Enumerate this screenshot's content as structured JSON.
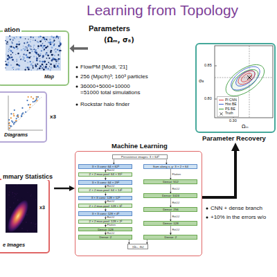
{
  "diagram": {
    "title": "Learning from Topology",
    "nodes": [
      {
        "text": [
          "ation",
          "Map"
        ]
      },
      {
        "text": [
          "Diagrams"
        ]
      },
      {
        "text": [
          "mmary Statistics",
          "e Images"
        ]
      },
      {
        "text": [
          "Machine Learning"
        ]
      },
      {
        "text": [
          "Persistence images: 3 × 64²"
        ],
        "in": 3
      },
      {
        "text": [
          "3 × 3 conv: 64 × 62²"
        ],
        "in": 3
      },
      {
        "text": [
          "2 × 2 max-pool: 64 × 31²"
        ],
        "in": 3
      },
      {
        "text": [
          "3 × 3 conv: 64 × 29²"
        ],
        "in": 3
      },
      {
        "text": [
          "2 × 2 max-pool: 64 × 14²"
        ],
        "in": 3
      },
      {
        "text": [
          "3 × 3 conv: 128 × 12²"
        ],
        "in": 3
      },
      {
        "text": [
          "2 × 2 max-pool: 128 × 6²"
        ],
        "in": 3
      },
      {
        "text": [
          "3 × 3 conv: 128 × 4²"
        ],
        "in": 3
      },
      {
        "text": [
          "2 × 2 max-pool: 128 × 2²"
        ],
        "in": 3
      },
      {
        "text": [
          "Dense: 128"
        ],
        "in": 3
      },
      {
        "text": [
          "Dense: 2"
        ],
        "in": 3
      },
      {
        "text": [
          "Sum along x, y: 3 × 2 × 64"
        ],
        "in": 3
      },
      {
        "text": [
          "Dense: 512"
        ],
        "in": 3
      },
      {
        "text": [
          "Dense: 1024"
        ],
        "in": 3
      },
      {
        "text": [
          "Dense: 256"
        ],
        "in": 3
      },
      {
        "text": [
          "Dense: 128"
        ],
        "in": 3
      },
      {
        "text": [
          "Dense: 2"
        ],
        "in": 3
      },
      {
        "text": [
          "(Ωₘ, σ₈)"
        ],
        "in": 3
      },
      {
        "text": [
          "Parameter Recovery"
        ]
      }
    ],
    "edges": [
      {
        "from": 2,
        "to": 3,
        "arrow": "to"
      },
      {
        "from": 3,
        "to": 22,
        "arrow": "to"
      },
      {
        "from": 4,
        "to": 5,
        "arrow": "to"
      },
      {
        "from": 5,
        "to": 6,
        "arrow": "to",
        "label": "ReLU"
      },
      {
        "from": 6,
        "to": 7,
        "arrow": "to"
      },
      {
        "from": 7,
        "to": 8,
        "arrow": "to",
        "label": "ReLU"
      },
      {
        "from": 8,
        "to": 9,
        "arrow": "to"
      },
      {
        "from": 9,
        "to": 10,
        "arrow": "to",
        "label": "ReLU"
      },
      {
        "from": 10,
        "to": 11,
        "arrow": "to"
      },
      {
        "from": 11,
        "to": 12,
        "arrow": "to",
        "label": "ReLU"
      },
      {
        "from": 12,
        "to": 13,
        "arrow": "to",
        "label": "Flatten"
      },
      {
        "from": 13,
        "to": 14,
        "arrow": "to",
        "label": "ReLU"
      },
      {
        "from": 14,
        "to": 21,
        "arrow": "to"
      },
      {
        "from": 4,
        "to": 15,
        "arrow": "to"
      },
      {
        "from": 15,
        "to": 16,
        "arrow": "to",
        "label": "Flatten"
      },
      {
        "from": 16,
        "to": 17,
        "arrow": "to",
        "label": "ReLU"
      },
      {
        "from": 17,
        "to": 18,
        "arrow": "to",
        "label": "ReLU"
      },
      {
        "from": 18,
        "to": 19,
        "arrow": "to",
        "label": "ReLU"
      },
      {
        "from": 19,
        "to": 20,
        "arrow": "to",
        "label": "ReLU"
      },
      {
        "from": 20,
        "to": 21,
        "arrow": "to"
      }
    ],
    "labels": [
      "Parameters",
      "(Ωₘ, σ₈)",
      "FlowPM [Modi, '21]",
      "256 (Mpc/h)³; 160³ particles",
      "36000+5000+10000 =51000 total simulations",
      "Rockstar halo finder",
      "x3",
      "x3",
      "CNN + dense branch",
      "+10% in the errors w/o",
      "σ₈",
      "Ωₘ",
      "0.85",
      "0.80",
      "0.30"
    ],
    "legend": [
      {
        "text": "PI CNN",
        "color": "#e03c3c"
      },
      {
        "text": "Hist BE",
        "color": "#3c5fd0"
      },
      {
        "text": "PS BE",
        "color": "#3a9a3a"
      },
      {
        "text": "Truth"
      }
    ]
  }
}
